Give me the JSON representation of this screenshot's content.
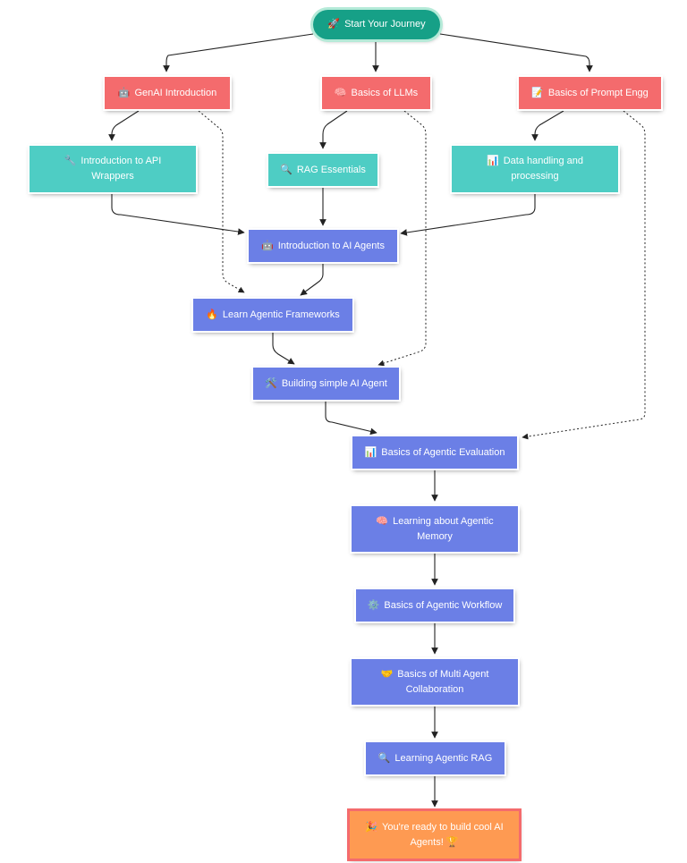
{
  "colors": {
    "start": "#16a087",
    "foundation": "#f46b6d",
    "skill": "#4ecdc4",
    "agent": "#6b7fe6",
    "final": "#fe9a52",
    "edge": "#222222"
  },
  "nodes": {
    "start": {
      "icon": "🚀",
      "icon_name": "rocket-icon",
      "label": "Start Your Journey"
    },
    "genai": {
      "icon": "🤖",
      "icon_name": "robot-icon",
      "label": "GenAI Introduction"
    },
    "llms": {
      "icon": "🧠",
      "icon_name": "brain-icon",
      "label": "Basics of LLMs"
    },
    "prompt": {
      "icon": "📝",
      "icon_name": "memo-icon",
      "label": "Basics of Prompt Engg"
    },
    "api": {
      "icon": "🔧",
      "icon_name": "wrench-icon",
      "label": "Introduction to API Wrappers"
    },
    "rag": {
      "icon": "🔍",
      "icon_name": "magnifier-icon",
      "label": "RAG Essentials"
    },
    "data": {
      "icon": "📊",
      "icon_name": "bar-chart-icon",
      "label": "Data handling and processing"
    },
    "agents": {
      "icon": "🤖",
      "icon_name": "robot-icon",
      "label": "Introduction to AI Agents"
    },
    "frameworks": {
      "icon": "🔥",
      "icon_name": "fire-icon",
      "label": "Learn Agentic Frameworks"
    },
    "building": {
      "icon": "🛠️",
      "icon_name": "tools-icon",
      "label": "Building simple AI Agent"
    },
    "evaluation": {
      "icon": "📊",
      "icon_name": "bar-chart-icon",
      "label": "Basics of Agentic Evaluation"
    },
    "memory": {
      "icon": "🧠",
      "icon_name": "brain-icon",
      "label": "Learning about Agentic Memory"
    },
    "workflow": {
      "icon": "⚙️",
      "icon_name": "gear-icon",
      "label": "Basics of Agentic Workflow"
    },
    "multi": {
      "icon": "🤝",
      "icon_name": "handshake-icon",
      "label": "Basics of Multi Agent Collaboration"
    },
    "agentic_rag": {
      "icon": "🔍",
      "icon_name": "magnifier-icon",
      "label": "Learning Agentic RAG"
    },
    "final": {
      "icon": "🎉",
      "icon_name": "party-popper-icon",
      "label": "You're ready to build cool AI Agents! 🏆"
    }
  },
  "edges": [
    {
      "from": "start",
      "to": "genai",
      "style": "solid"
    },
    {
      "from": "start",
      "to": "llms",
      "style": "solid"
    },
    {
      "from": "start",
      "to": "prompt",
      "style": "solid"
    },
    {
      "from": "genai",
      "to": "api",
      "style": "solid"
    },
    {
      "from": "llms",
      "to": "rag",
      "style": "solid"
    },
    {
      "from": "prompt",
      "to": "data",
      "style": "solid"
    },
    {
      "from": "api",
      "to": "agents",
      "style": "solid"
    },
    {
      "from": "rag",
      "to": "agents",
      "style": "solid"
    },
    {
      "from": "data",
      "to": "agents",
      "style": "solid"
    },
    {
      "from": "genai",
      "to": "frameworks",
      "style": "dotted"
    },
    {
      "from": "agents",
      "to": "frameworks",
      "style": "solid"
    },
    {
      "from": "llms",
      "to": "building",
      "style": "dotted"
    },
    {
      "from": "frameworks",
      "to": "building",
      "style": "solid"
    },
    {
      "from": "building",
      "to": "evaluation",
      "style": "solid"
    },
    {
      "from": "prompt",
      "to": "evaluation",
      "style": "dotted"
    },
    {
      "from": "evaluation",
      "to": "memory",
      "style": "solid"
    },
    {
      "from": "memory",
      "to": "workflow",
      "style": "solid"
    },
    {
      "from": "workflow",
      "to": "multi",
      "style": "solid"
    },
    {
      "from": "multi",
      "to": "agentic_rag",
      "style": "solid"
    },
    {
      "from": "agentic_rag",
      "to": "final",
      "style": "solid"
    }
  ]
}
